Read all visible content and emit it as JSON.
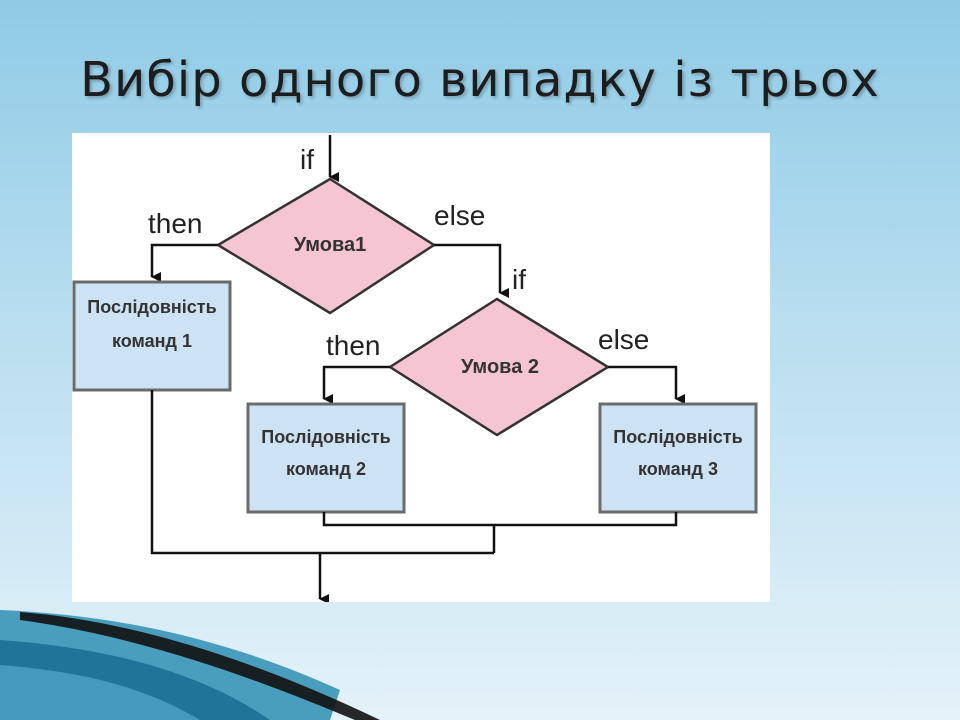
{
  "slide": {
    "title": "Вибір одного випадку із трьох"
  },
  "diagram": {
    "entry_label": "if",
    "condition1": "Умова1",
    "then1": "then",
    "else1": "else",
    "if2": "if",
    "condition2": "Умова 2",
    "then2": "then",
    "else2": "else",
    "box1": {
      "line1": "Послідовність",
      "line2": "команд 1"
    },
    "box2": {
      "line1": "Послідовність",
      "line2": "команд 2"
    },
    "box3": {
      "line1": "Послідовність",
      "line2": "команд 3"
    }
  },
  "colors": {
    "diamond_fill": "#f5c5d3",
    "box_fill": "#cde3f4",
    "box_stroke": "#6b6b6b",
    "line": "#111111"
  }
}
